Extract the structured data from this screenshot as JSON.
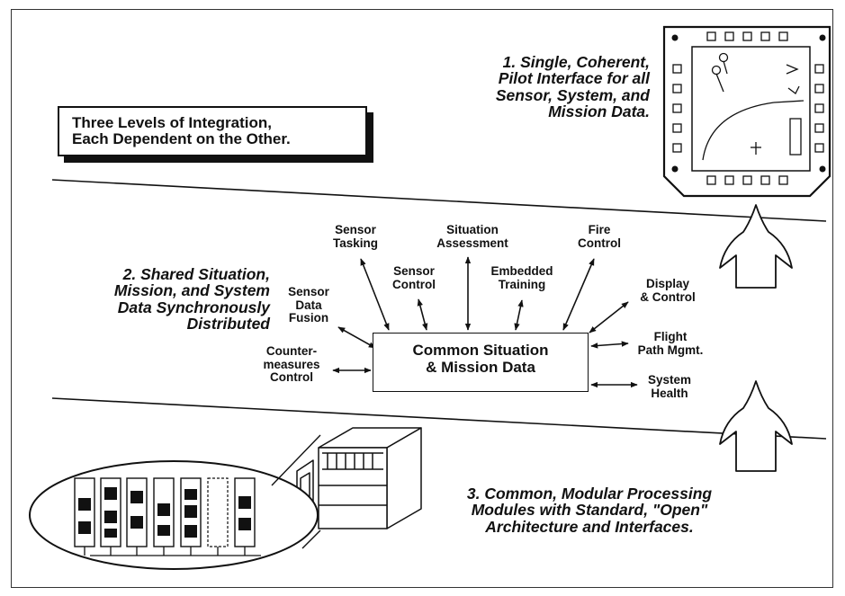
{
  "title": {
    "lines": [
      "Three Levels of Integration,",
      "Each Dependent on the Other."
    ]
  },
  "level1": {
    "lines": [
      "1.  Single, Coherent,",
      "Pilot Interface for all",
      "Sensor, System, and",
      "Mission Data."
    ]
  },
  "level2": {
    "lines": [
      "2.  Shared Situation,",
      "Mission, and System",
      "Data Synchronously",
      "Distributed"
    ]
  },
  "level3": {
    "lines": [
      "3.  Common, Modular Processing",
      "Modules with Standard, \"Open\"",
      "Architecture and Interfaces."
    ]
  },
  "center": {
    "lines": [
      "Common Situation",
      "& Mission Data"
    ]
  },
  "nodes": {
    "sensor_tasking": [
      "Sensor",
      "Tasking"
    ],
    "situation_assessment": [
      "Situation",
      "Assessment"
    ],
    "fire_control": [
      "Fire",
      "Control"
    ],
    "sensor_control": [
      "Sensor",
      "Control"
    ],
    "embedded_training": [
      "Embedded",
      "Training"
    ],
    "display_control": [
      "Display",
      "& Control"
    ],
    "sensor_data_fusion": [
      "Sensor",
      "Data",
      "Fusion"
    ],
    "countermeasures_control": [
      "Counter-",
      "measures",
      "Control"
    ],
    "flight_path_mgmt": [
      "Flight",
      "Path Mgmt."
    ],
    "system_health": [
      "System",
      "Health"
    ]
  },
  "icons": [
    "cockpit-display-icon",
    "upward-arrow-icon",
    "processing-modules-icon",
    "equipment-rack-icon"
  ]
}
